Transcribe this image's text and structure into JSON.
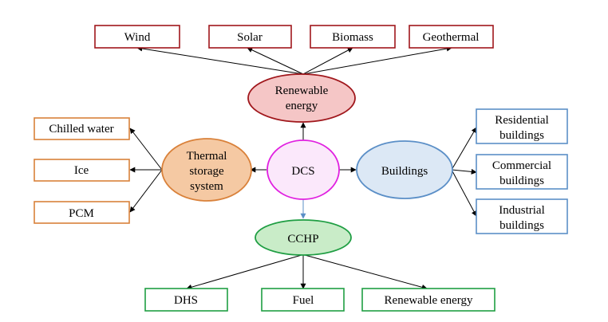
{
  "center": {
    "label": "DCS",
    "stroke": "#e020e0",
    "fill": "#fbe8fb"
  },
  "renewable": {
    "label_lines": [
      "Renewable",
      "energy"
    ],
    "stroke": "#a0171c",
    "fill": "#f5c6c6",
    "items": [
      "Wind",
      "Solar",
      "Biomass",
      "Geothermal"
    ]
  },
  "thermal": {
    "label_lines": [
      "Thermal",
      "storage",
      "system"
    ],
    "stroke": "#d9813a",
    "fill": "#f5c9a3",
    "items": [
      "Chilled water",
      "Ice",
      "PCM"
    ]
  },
  "buildings": {
    "label": "Buildings",
    "stroke": "#5b8fc7",
    "fill": "#dce8f5",
    "items": [
      [
        "Residential",
        "buildings"
      ],
      [
        "Commercial",
        "buildings"
      ],
      [
        "Industrial",
        "buildings"
      ]
    ]
  },
  "cchp": {
    "label": "CCHP",
    "stroke": "#1f9e43",
    "fill": "#c9ecc8",
    "items": [
      "DHS",
      "Fuel",
      "Renewable energy"
    ]
  },
  "colors": {
    "arrow": "#000000",
    "cchp_arrow": "#5b8fc7"
  }
}
